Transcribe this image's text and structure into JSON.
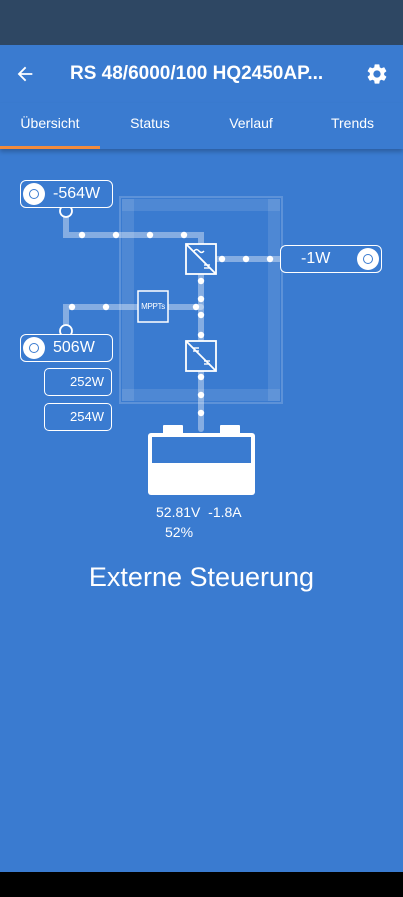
{
  "header": {
    "title": "RS 48/6000/100 HQ2450AP...",
    "back_icon": "arrow-left-icon",
    "settings_icon": "gear-icon"
  },
  "tabs": [
    {
      "label": "Übersicht",
      "active": true
    },
    {
      "label": "Status",
      "active": false
    },
    {
      "label": "Verlauf",
      "active": false
    },
    {
      "label": "Trends",
      "active": false
    }
  ],
  "diagram": {
    "ac_input": {
      "value": "-564W",
      "icon": "ac-input-icon"
    },
    "ac_output": {
      "value": "-1W",
      "icon": "lightbulb-icon"
    },
    "pv_total": {
      "value": "506W",
      "icon": "solar-icon"
    },
    "pv_trackers": [
      {
        "value": "252W"
      },
      {
        "value": "254W"
      }
    ],
    "mppt_label": "MPPTs",
    "battery": {
      "voltage": "52.81V",
      "current": "-1.8A",
      "soc": "52%",
      "soc_level": 52
    }
  },
  "mode": "Externe Steuerung",
  "colors": {
    "background": "#3a7bd0",
    "status_bar": "#2e4763",
    "tab_indicator": "#f28b3c",
    "battery_fill": "#3a7bd0",
    "text": "#ffffff"
  }
}
